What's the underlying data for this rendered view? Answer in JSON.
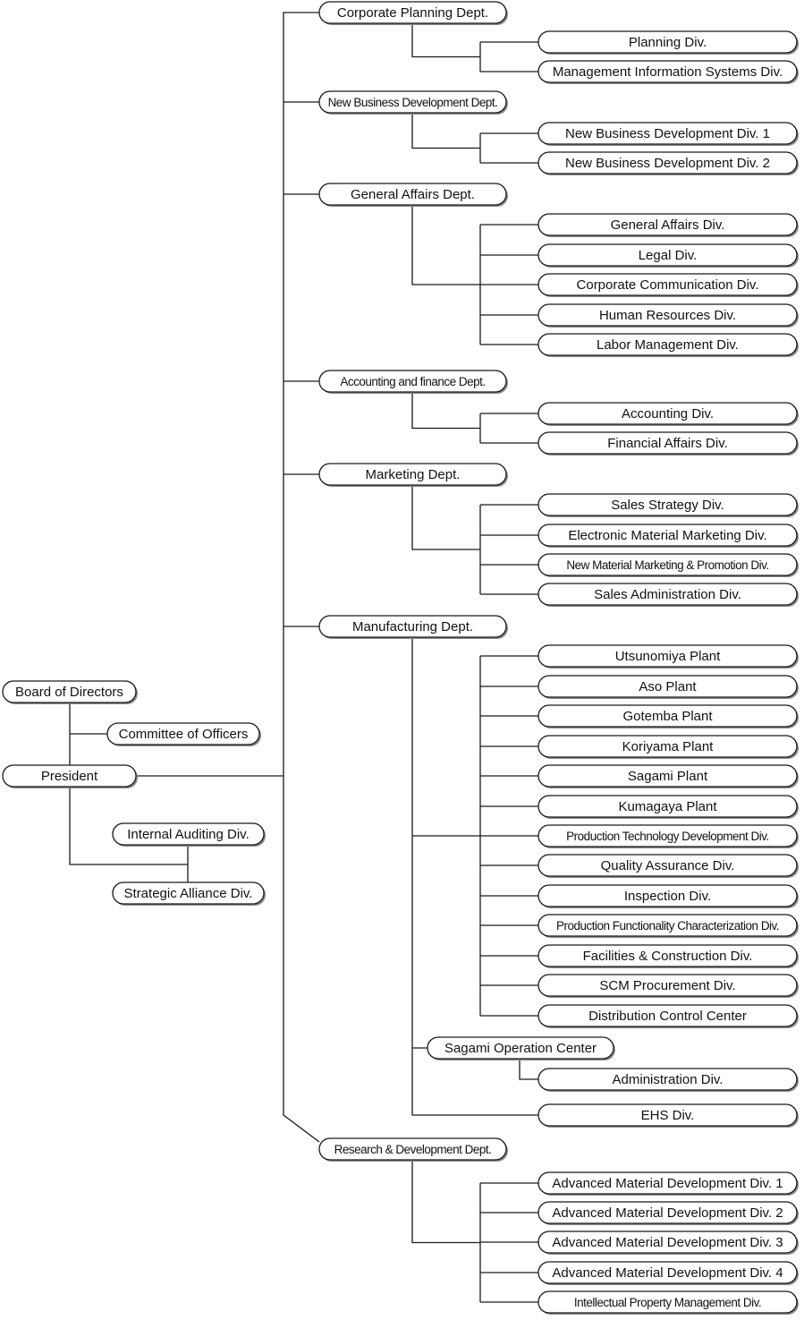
{
  "colors": {
    "line": "#1a1a1a",
    "box_fill": "#ffffff",
    "shadow": "#8a8a8a",
    "text": "#111111"
  },
  "top": {
    "board": "Board of Directors",
    "committee": "Committee of Officers",
    "president": "President",
    "internal_audit": "Internal Auditing Div.",
    "strategic_alliance": "Strategic Alliance Div."
  },
  "departments": [
    {
      "name": "Corporate Planning Dept.",
      "divisions": [
        "Planning Div.",
        "Management Information Systems Div."
      ]
    },
    {
      "name": "New Business Development Dept.",
      "divisions": [
        "New Business Development Div. 1",
        "New Business Development Div. 2"
      ]
    },
    {
      "name": "General Affairs Dept.",
      "divisions": [
        "General Affairs Div.",
        "Legal Div.",
        "Corporate Communication Div.",
        "Human Resources Div.",
        "Labor Management Div."
      ]
    },
    {
      "name": "Accounting and finance Dept.",
      "divisions": [
        "Accounting Div.",
        "Financial Affairs Div."
      ]
    },
    {
      "name": "Marketing Dept.",
      "divisions": [
        "Sales Strategy Div.",
        "Electronic Material Marketing Div.",
        "New Material Marketing & Promotion Div.",
        "Sales Administration Div."
      ]
    },
    {
      "name": "Manufacturing Dept.",
      "divisions": [
        "Utsunomiya Plant",
        "Aso Plant",
        "Gotemba Plant",
        "Koriyama Plant",
        "Sagami Plant",
        "Kumagaya Plant",
        "Production Technology Development Div.",
        "Quality Assurance Div.",
        "Inspection Div.",
        "Production Functionality Characterization Div.",
        "Facilities & Construction Div.",
        "SCM Procurement Div.",
        "Distribution Control Center"
      ],
      "operation_center": "Sagami Operation Center",
      "operation_center_divisions": [
        "Administration Div."
      ],
      "ehs": "EHS Div."
    },
    {
      "name": "Research & Development Dept.",
      "divisions": [
        "Advanced Material Development Div. 1",
        "Advanced Material Development Div. 2",
        "Advanced Material Development Div. 3",
        "Advanced Material Development Div. 4",
        "Intellectual Property Management Div."
      ]
    }
  ]
}
